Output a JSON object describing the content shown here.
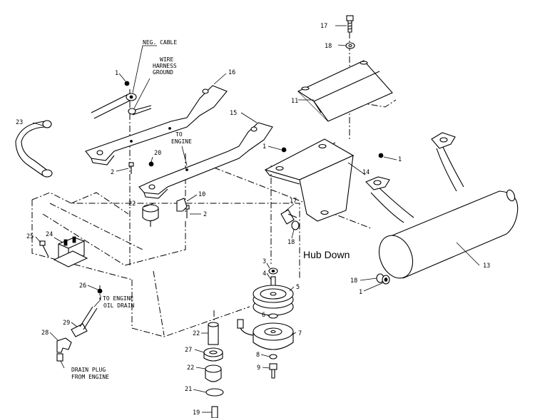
{
  "diagram_title": "Hub Down",
  "callouts": {
    "neg_cable": "NEG. CABLE",
    "wire_harness_1": "WIRE",
    "wire_harness_2": "HARNESS",
    "wire_harness_3": "GROUND",
    "to_engine_1": "TO",
    "to_engine_2": "ENGINE",
    "to_engine_oil_1": "TO ENGINE",
    "to_engine_oil_2": "OIL DRAIN",
    "drain_plug_1": "DRAIN PLUG",
    "drain_plug_2": "FROM ENGINE"
  },
  "part_numbers": {
    "p1a": "1",
    "p1b": "1",
    "p1c": "1",
    "p1d": "1",
    "p2a": "2",
    "p2b": "2",
    "p3": "3",
    "p4": "4",
    "p5": "5",
    "p6": "6",
    "p7": "7",
    "p8": "8",
    "p9": "9",
    "p10": "10",
    "p11": "11",
    "p13": "13",
    "p14": "14",
    "p15": "15",
    "p16": "16",
    "p17a": "17",
    "p17b": "17",
    "p18a": "18",
    "p18b": "18",
    "p18c": "18",
    "p19": "19",
    "p20": "20",
    "p21": "21",
    "p22a": "22",
    "p22b": "22",
    "p22c": "22",
    "p23": "23",
    "p24": "24",
    "p25": "25",
    "p26": "26",
    "p27": "27",
    "p28": "28",
    "p29": "29"
  }
}
